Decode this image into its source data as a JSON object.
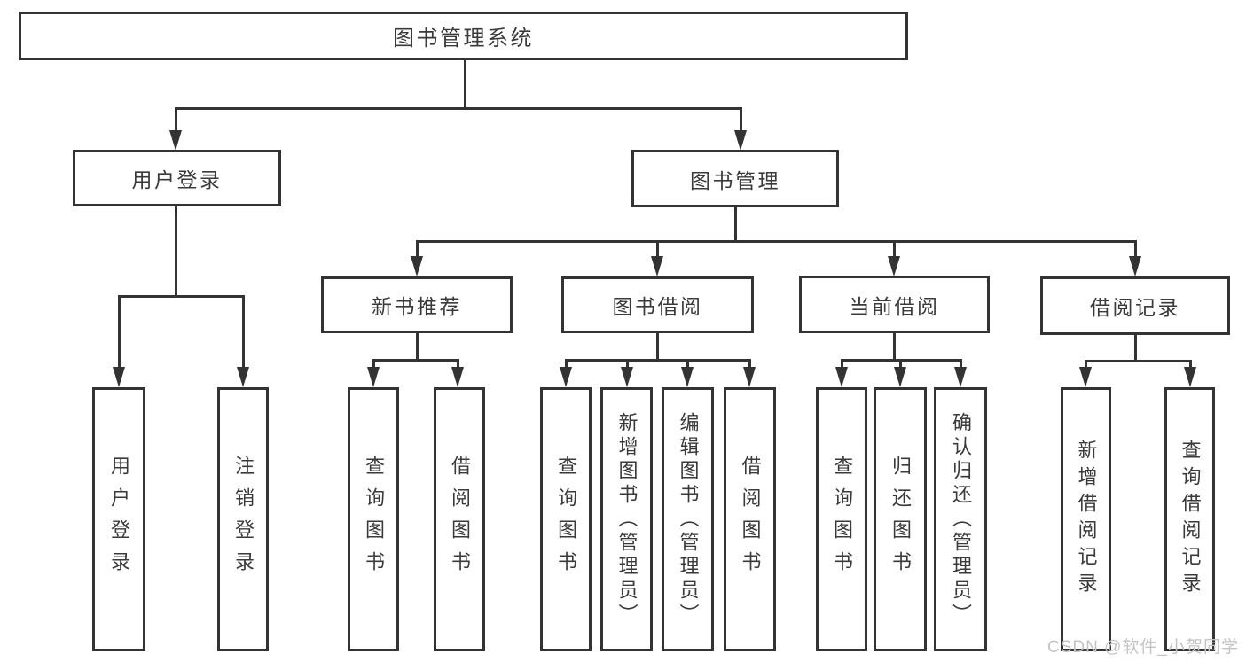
{
  "tree": {
    "root": {
      "label": "图书管理系统"
    },
    "level2": [
      {
        "label": "用户登录"
      },
      {
        "label": "图书管理"
      }
    ],
    "level3": [
      {
        "label": "新书推荐"
      },
      {
        "label": "图书借阅"
      },
      {
        "label": "当前借阅"
      },
      {
        "label": "借阅记录"
      }
    ],
    "leaves": [
      {
        "label": "用户登录"
      },
      {
        "label": "注销登录"
      },
      {
        "label": "查询图书"
      },
      {
        "label": "借阅图书"
      },
      {
        "label": "查询图书"
      },
      {
        "label": "新增图书（管理员）"
      },
      {
        "label": "编辑图书（管理员）"
      },
      {
        "label": "借阅图书"
      },
      {
        "label": "查询图书"
      },
      {
        "label": "归还图书"
      },
      {
        "label": "确认归还（管理员）"
      },
      {
        "label": "新增借阅记录"
      },
      {
        "label": "查询借阅记录"
      }
    ]
  },
  "watermark": {
    "text": "CSDN @软件_小贺同学"
  },
  "colors": {
    "line": "#333333",
    "text": "#3a3a3a",
    "watermark": "#c4c4c4",
    "background": "#ffffff"
  }
}
